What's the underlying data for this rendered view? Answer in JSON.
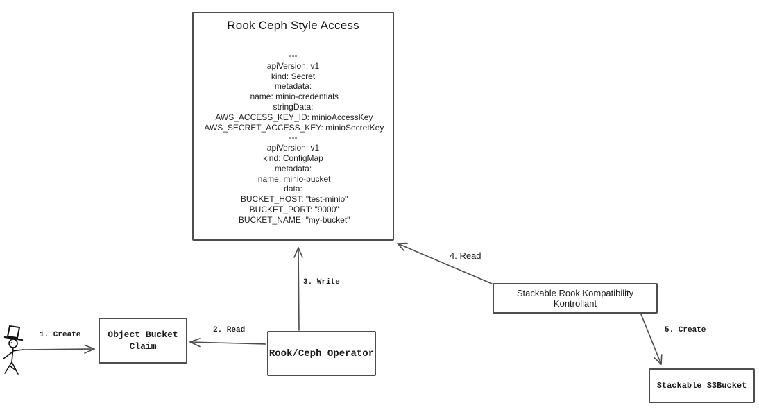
{
  "diagram": {
    "rook_ceph_box": {
      "title": "Rook Ceph Style Access",
      "yaml_lines": [
        "---",
        "apiVersion: v1",
        "kind: Secret",
        "metadata:",
        " name: minio-credentials",
        "stringData:",
        " AWS_ACCESS_KEY_ID: minioAccessKey",
        " AWS_SECRET_ACCESS_KEY: minioSecretKey",
        "---",
        "apiVersion: v1",
        "kind: ConfigMap",
        "metadata:",
        " name: minio-bucket",
        "data:",
        " BUCKET_HOST: \"test-minio\"",
        " BUCKET_PORT: \"9000\"",
        " BUCKET_NAME: \"my-bucket\""
      ]
    },
    "nodes": {
      "object_bucket_claim": {
        "label": "Object Bucket\nClaim"
      },
      "rook_ceph_operator": {
        "label": "Rook/Ceph Operator"
      },
      "kompatibility_kontrollant": {
        "label": "Stackable Rook Kompatibility Kontrollant"
      },
      "stackable_s3bucket": {
        "label": "Stackable S3Bucket"
      }
    },
    "edges": {
      "create_obc": {
        "label": "1. Create"
      },
      "read_obc": {
        "label": "2. Read"
      },
      "write_secret": {
        "label": "3. Write"
      },
      "read_secret": {
        "label": "4. Read"
      },
      "create_s3bucket": {
        "label": "5. Create"
      }
    },
    "actor": {
      "name": "user-stick-figure"
    }
  },
  "colors": {
    "stroke": "#4d4d4d",
    "text": "#1a1a1a",
    "background": "#ffffff"
  }
}
